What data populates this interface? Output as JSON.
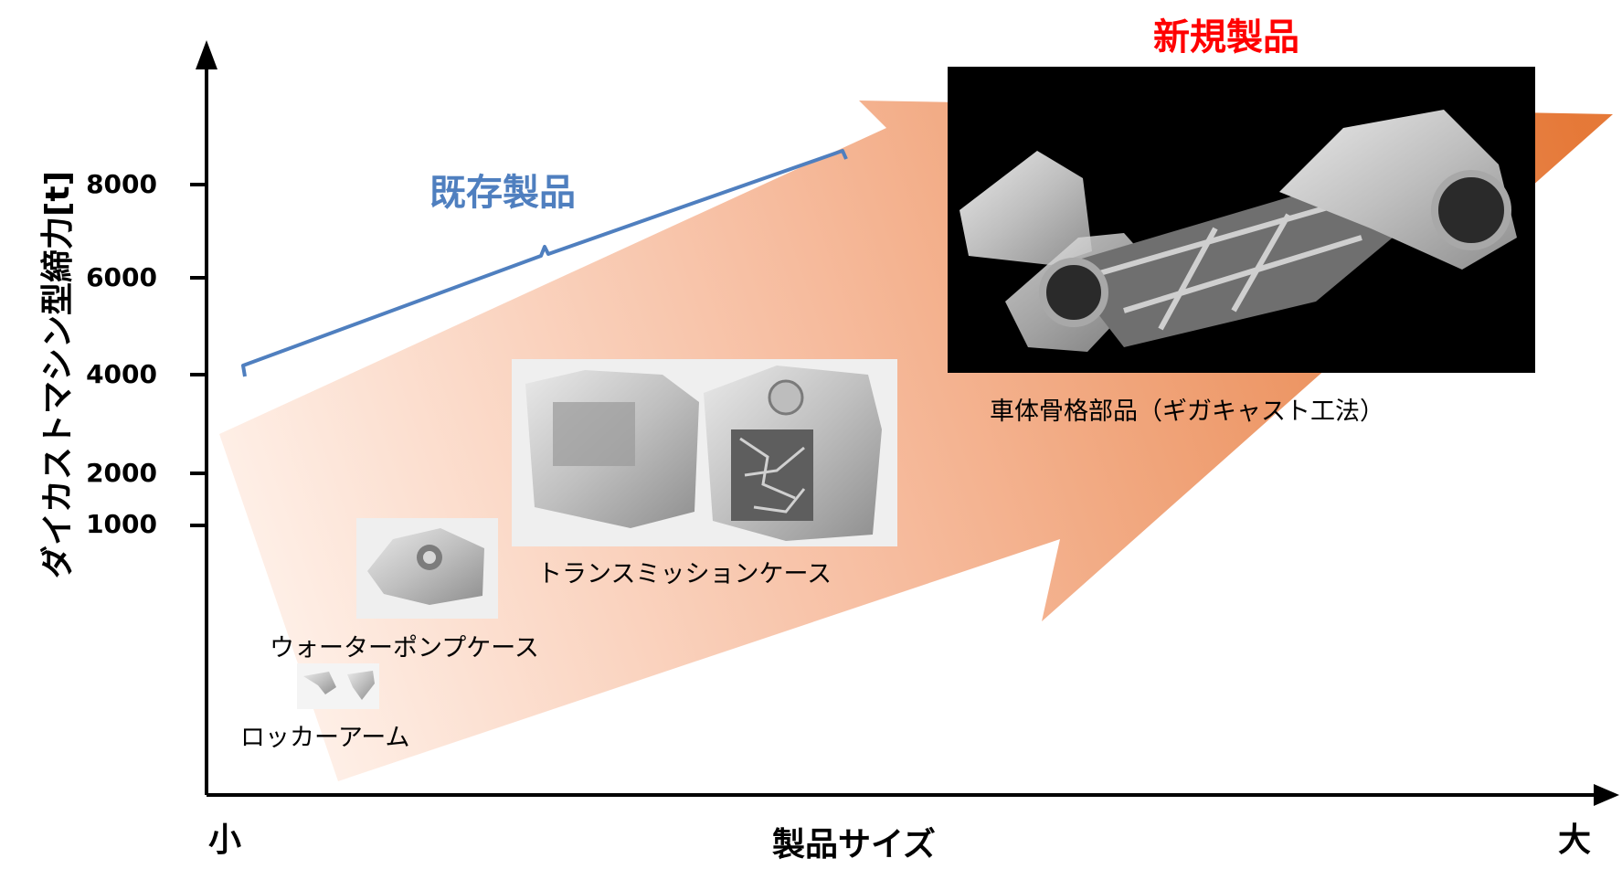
{
  "axes": {
    "y_label": "ダイカストマシン型締力[t]",
    "x_label": "製品サイズ",
    "x_min_label": "小",
    "x_max_label": "大",
    "y_ticks": [
      "8000",
      "6000",
      "4000",
      "2000",
      "1000"
    ]
  },
  "groups": {
    "existing": {
      "label": "既存製品",
      "color": "#4f7fbf"
    },
    "new": {
      "label": "新規製品",
      "color": "#ff0000"
    }
  },
  "products": {
    "rocker_arm": "ロッカーアーム",
    "water_pump": "ウォーターポンプケース",
    "transmission": "トランスミッションケース",
    "body_frame": "車体骨格部品（ギガキャスト工法）"
  },
  "colors": {
    "arrow_light": "#fde4d6",
    "arrow_dark": "#e4722e"
  }
}
